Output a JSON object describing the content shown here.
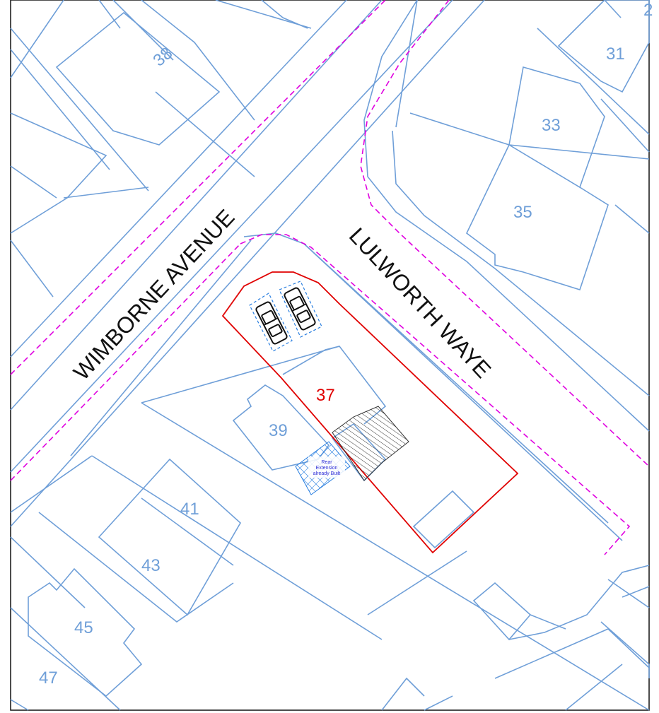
{
  "roads": {
    "wimborne": "WIMBORNE AVENUE",
    "lulworth": "LULWORTH WAYE"
  },
  "site": {
    "number": "37"
  },
  "houses": {
    "h38": "38",
    "h31": "31",
    "h33": "33",
    "h35": "35",
    "h39": "39",
    "h41": "41",
    "h43": "43",
    "h45": "45",
    "h47": "47",
    "corner": "2"
  },
  "note": {
    "line1": "Rear",
    "line2": "Extension",
    "line3": "already Built"
  },
  "colors": {
    "plot_lines": "#6f9fd8",
    "site_boundary": "#e00000",
    "highway_boundary": "#e000e0",
    "extension_hatch": "#2a7fe0"
  }
}
